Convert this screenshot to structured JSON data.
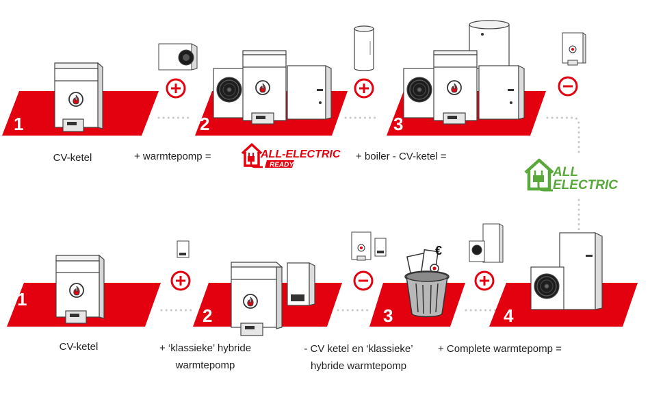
{
  "top_row": {
    "steps": [
      {
        "number": "1",
        "caption": "CV-ketel"
      },
      {
        "number": "2",
        "caption": "+ warmtepomp ="
      },
      {
        "number": "3",
        "caption": "+ boiler - CV-ketel ="
      }
    ],
    "ready_badge": {
      "line1": "ALL-ELECTRIC",
      "line2": "READY"
    }
  },
  "final_badge": {
    "line1": "ALL",
    "line2": "ELECTRIC"
  },
  "bottom_row": {
    "steps": [
      {
        "number": "1",
        "caption_lines": [
          "CV-ketel"
        ]
      },
      {
        "number": "2",
        "caption_lines": [
          "+ ‘klassieke’ hybride",
          "warmtepomp"
        ]
      },
      {
        "number": "3",
        "caption_lines": [
          "- CV ketel en ‘klassieke’",
          "hybride warmtepomp"
        ]
      },
      {
        "number": "4",
        "caption_lines": [
          "+ Complete warmtepomp ="
        ]
      }
    ],
    "euro_symbol": "€"
  },
  "colors": {
    "red": "#e3000f",
    "green": "#58a83a",
    "dots": "#c8c8c8",
    "outline": "#444444"
  }
}
